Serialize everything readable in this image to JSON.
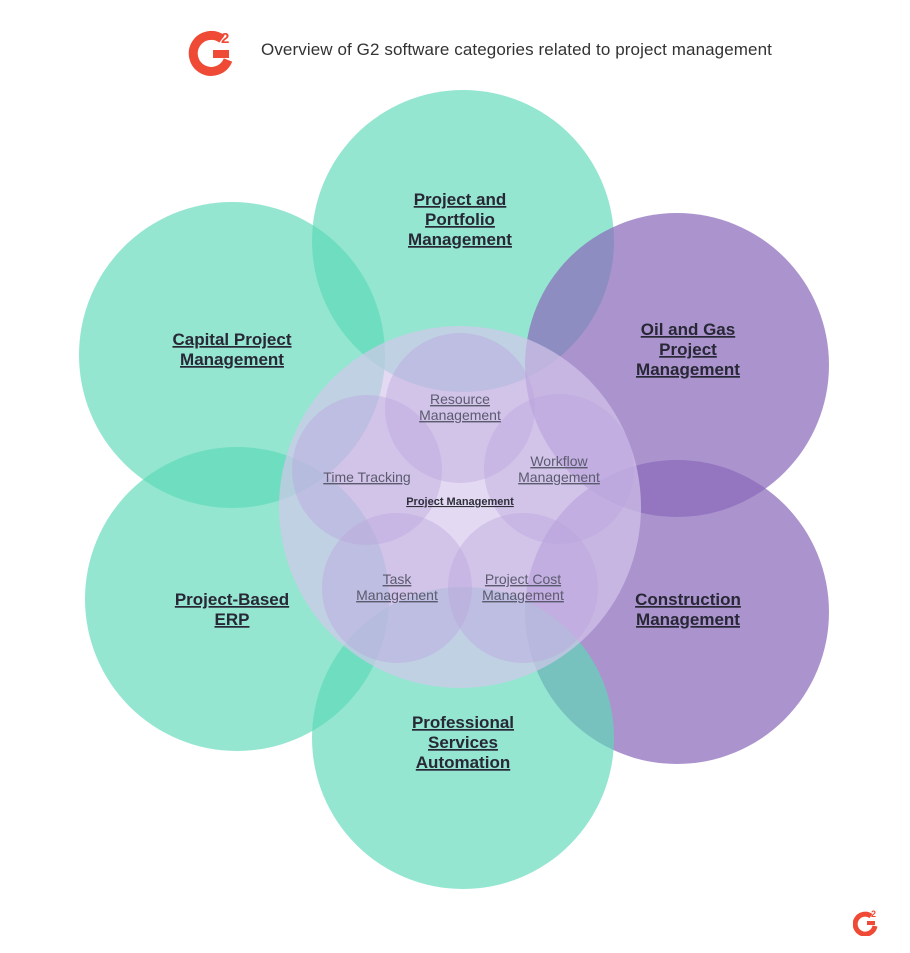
{
  "header": {
    "title": "Overview of G2 software categories related to project management",
    "logo_text": "G2",
    "logo_color": "#ef4a35"
  },
  "footer": {
    "logo_text": "G2",
    "logo_color": "#ef4a35"
  },
  "colors": {
    "green": "#5dd9b8",
    "purple": "#8a6bbb",
    "inner": "#d5c7ec",
    "big_label": "#272735",
    "inner_label": "#5b5b6e"
  },
  "diagram": {
    "outer_categories": [
      {
        "id": "project-and-portfolio-management",
        "lines": [
          "Project and",
          "Portfolio",
          "Management"
        ],
        "color_group": "green"
      },
      {
        "id": "capital-project-management",
        "lines": [
          "Capital Project",
          "Management"
        ],
        "color_group": "green"
      },
      {
        "id": "oil-and-gas-project-management",
        "lines": [
          "Oil and Gas",
          "Project",
          "Management"
        ],
        "color_group": "purple"
      },
      {
        "id": "project-based-erp",
        "lines": [
          "Project-Based",
          "ERP"
        ],
        "color_group": "green"
      },
      {
        "id": "construction-management",
        "lines": [
          "Construction",
          "Management"
        ],
        "color_group": "purple"
      },
      {
        "id": "professional-services-automation",
        "lines": [
          "Professional",
          "Services",
          "Automation"
        ],
        "color_group": "green"
      }
    ],
    "center": {
      "label": "Project Management"
    },
    "inner_categories": [
      {
        "id": "resource-management",
        "lines": [
          "Resource",
          "Management"
        ]
      },
      {
        "id": "time-tracking",
        "lines": [
          "Time Tracking"
        ]
      },
      {
        "id": "workflow-management",
        "lines": [
          "Workflow",
          "Management"
        ]
      },
      {
        "id": "task-management",
        "lines": [
          "Task",
          "Management"
        ]
      },
      {
        "id": "project-cost-management",
        "lines": [
          "Project Cost",
          "Management"
        ]
      }
    ]
  }
}
